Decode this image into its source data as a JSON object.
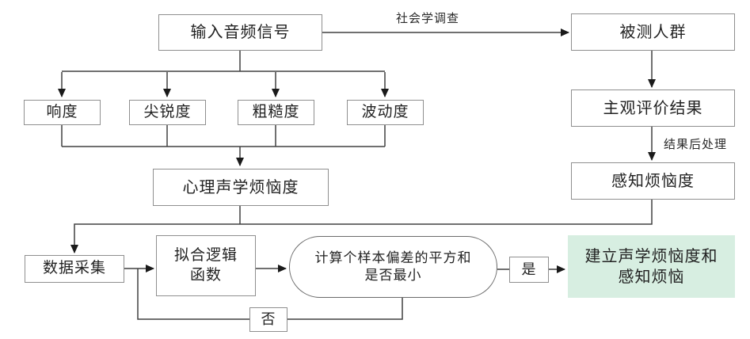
{
  "diagram": {
    "colors": {
      "background": "#ffffff",
      "box_border": "#8f8f8f",
      "line": "#404040",
      "arrowhead": "#1a1a1a",
      "result_fill": "#d7eee1",
      "text": "#222222"
    },
    "nodes": {
      "input_audio": {
        "label": "输入音频信号"
      },
      "tested_population": {
        "label": "被测人群"
      },
      "loudness": {
        "label": "响度"
      },
      "sharpness": {
        "label": "尖锐度"
      },
      "roughness": {
        "label": "粗糙度"
      },
      "fluctuation": {
        "label": "波动度"
      },
      "subjective_result": {
        "label": "主观评价结果"
      },
      "psychoacoustic": {
        "label": "心理声学烦恼度"
      },
      "perceived": {
        "label": "感知烦恼度"
      },
      "data_collection": {
        "label": "数据采集"
      },
      "fit_logistic": {
        "line1": "拟合逻辑",
        "line2": "函数"
      },
      "decision": {
        "line1": "计算个样本偏差的平方和",
        "line2": "是否最小"
      },
      "yes": {
        "label": "是"
      },
      "no": {
        "label": "否"
      },
      "result": {
        "line1": "建立声学烦恼度和",
        "line2": "感知烦恼"
      }
    },
    "edge_labels": {
      "sociological_survey": "社会学调查",
      "result_post_processing": "结果后处理"
    }
  }
}
